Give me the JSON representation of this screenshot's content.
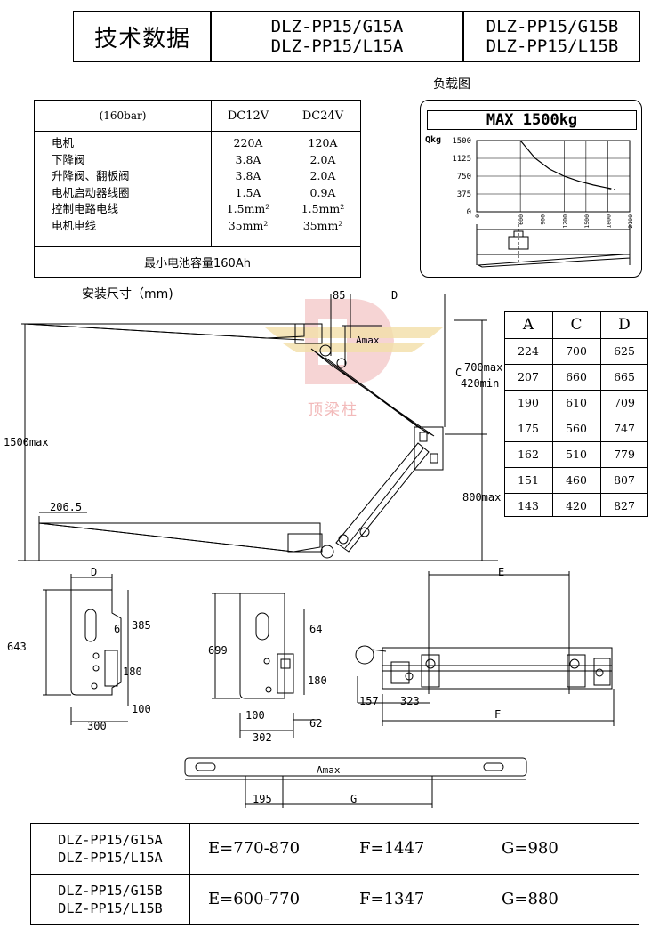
{
  "header": {
    "title": "技术数据",
    "col1_line1": "DLZ-PP15/G15A",
    "col1_line2": "DLZ-PP15/L15A",
    "col2_line1": "DLZ-PP15/G15B",
    "col2_line2": "DLZ-PP15/L15B"
  },
  "tech_table": {
    "pressure": "(160bar)",
    "voltage_headers": [
      "DC12V",
      "DC24V"
    ],
    "rows": [
      {
        "label": "电机",
        "v12": "220A",
        "v24": "120A"
      },
      {
        "label": "下降阀",
        "v12": "3.8A",
        "v24": "2.0A"
      },
      {
        "label": "升降阀、翻板阀",
        "v12": "3.8A",
        "v24": "2.0A"
      },
      {
        "label": "电机启动器线圈",
        "v12": "1.5A",
        "v24": "0.9A"
      },
      {
        "label": "控制电路电线",
        "v12": "1.5mm²",
        "v24": "1.5mm²"
      },
      {
        "label": "电机电线",
        "v12": "35mm²",
        "v24": "35mm²"
      }
    ],
    "footer": "最小电池容量160Ah"
  },
  "load_chart": {
    "caption": "负载图",
    "banner": "MAX 1500kg",
    "y_unit": "Qkg",
    "chart_data": {
      "type": "line",
      "ylabel": "Qkg",
      "y_ticks": [
        0,
        375,
        750,
        1125,
        1500
      ],
      "x_ticks": [
        "0",
        "600",
        "900",
        "1200",
        "1500",
        "1800",
        "2100"
      ],
      "ylim": [
        0,
        1500
      ],
      "xlim": [
        0,
        2100
      ],
      "x": [
        600,
        800,
        1000,
        1200,
        1400,
        1600,
        1800,
        1900
      ],
      "values": [
        1500,
        1130,
        900,
        750,
        645,
        565,
        500,
        470
      ]
    }
  },
  "install": {
    "caption": "安装尺寸（mm)",
    "dim_85": "85",
    "dim_D": "D",
    "dim_Amax": "Amax",
    "dim_C": "C",
    "dim_700max": "700max",
    "dim_420min": "420min",
    "dim_1500max": "1500max",
    "dim_800max": "800max",
    "dim_206_5": "206.5"
  },
  "watermark": "顶梁柱",
  "acd_table": {
    "headers": [
      "A",
      "C",
      "D"
    ],
    "rows": [
      [
        "224",
        "700",
        "625"
      ],
      [
        "207",
        "660",
        "665"
      ],
      [
        "190",
        "610",
        "709"
      ],
      [
        "175",
        "560",
        "747"
      ],
      [
        "162",
        "510",
        "779"
      ],
      [
        "151",
        "460",
        "807"
      ],
      [
        "143",
        "420",
        "827"
      ]
    ]
  },
  "bracket_left": {
    "D": "D",
    "h643": "643",
    "w6": "6",
    "h385": "385",
    "h180": "180",
    "h100": "100",
    "w300": "300"
  },
  "bracket_right": {
    "h699": "699",
    "w64": "64",
    "h180": "180",
    "w100": "100",
    "w62": "62",
    "w302": "302"
  },
  "frame": {
    "E": "E",
    "F": "F",
    "w157": "157",
    "w323": "323"
  },
  "beam": {
    "Amax": "Amax",
    "w195": "195",
    "G": "G"
  },
  "models_table": {
    "rows": [
      {
        "model1": "DLZ-PP15/G15A",
        "model2": "DLZ-PP15/L15A",
        "E": "E=770-870",
        "F": "F=1447",
        "G": "G=980"
      },
      {
        "model1": "DLZ-PP15/G15B",
        "model2": "DLZ-PP15/L15B",
        "E": "E=600-770",
        "F": "F=1347",
        "G": "G=880"
      }
    ]
  }
}
